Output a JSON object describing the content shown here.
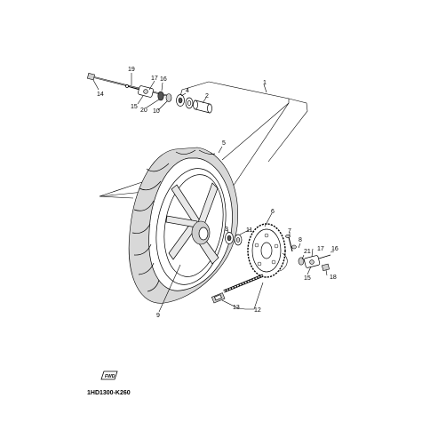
{
  "diagram": {
    "reference_code": "1HD1300-K260",
    "fwd_label": "FWD",
    "callouts": {
      "c1": "1",
      "c2": "2",
      "c3": "3",
      "c4": "4",
      "c5": "5",
      "c6": "6",
      "c7": "7",
      "c8": "8",
      "c9": "9",
      "c10": "10",
      "c11": "11",
      "c12": "12",
      "c13": "13",
      "c14": "14",
      "c15a": "15",
      "c15b": "15",
      "c16a": "16",
      "c16b": "16",
      "c17a": "17",
      "c17b": "17",
      "c18": "18",
      "c19": "19",
      "c20": "20",
      "c21": "21"
    }
  }
}
